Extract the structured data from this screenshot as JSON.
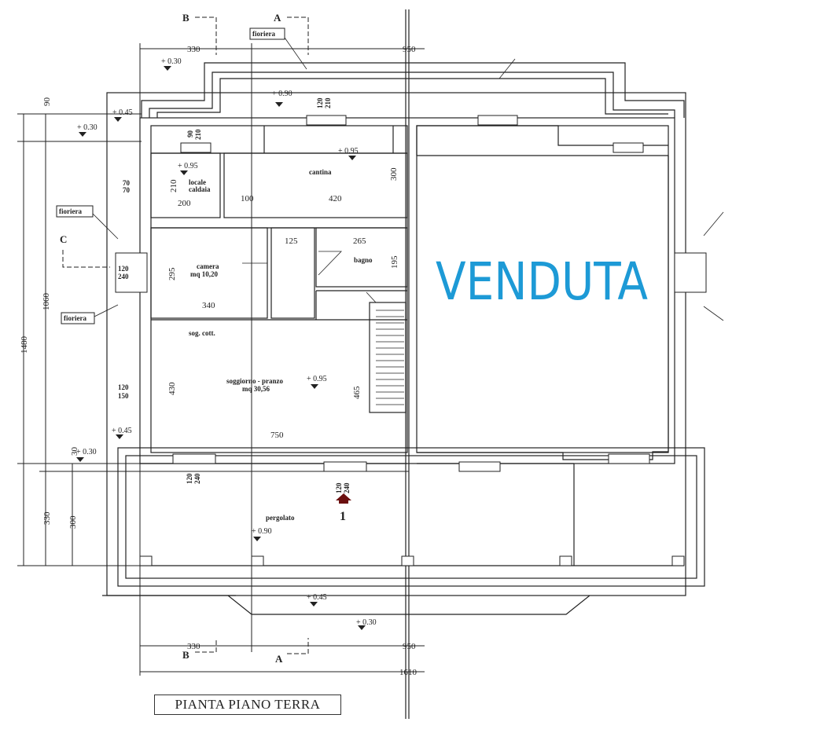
{
  "plan": {
    "title": "PIANTA PIANO TERRA",
    "status_stamp": "VENDUTA",
    "colors": {
      "stamp": "#1d9ad6",
      "lines": "#222222",
      "arrow": "#6b0f0f"
    },
    "section_marks": {
      "a": "A",
      "b": "B",
      "c": "C"
    },
    "labels": {
      "fioriera_top": "fioriera",
      "fioriera_left_1": "fioriera",
      "fioriera_left_2": "fioriera",
      "locale_caldaia_1": "locale",
      "locale_caldaia_2": "caldaia",
      "cantina": "cantina",
      "camera_1": "camera",
      "camera_2": "mq 10,20",
      "bagno": "bagno",
      "sogg_cott": "sog. cott.",
      "soggiorno_1": "soggiorno - pranzo",
      "soggiorno_2": "mq 30,56",
      "pergolato": "pergolato",
      "entrance_number": "1"
    },
    "levels": {
      "l1": "+ 0.30",
      "l2": "+ 0.90",
      "l3": "+ 0.45",
      "l4": "+ 0.30",
      "l5": "+ 0.95",
      "l6": "+ 0.95",
      "l7": "+ 0.95",
      "l8": "+ 0.45",
      "l9": "+ 0.30",
      "l10": "+ 0.90",
      "l11": "+ 0.45",
      "l12": "+ 0.30"
    },
    "dimensions": {
      "top_330": "330",
      "top_950": "950",
      "bot_330": "330",
      "bot_950": "950",
      "bot_1610": "1610",
      "left_90": "90",
      "left_1480": "1480",
      "left_1060": "1060",
      "left_330": "330",
      "left_300": "300",
      "left_30": "30",
      "d210": "210",
      "d200": "200",
      "d100": "100",
      "d420": "420",
      "d300": "300",
      "d125": "125",
      "d265": "265",
      "d195": "195",
      "d295": "295",
      "d340": "340",
      "d430": "430",
      "d465": "465",
      "d750": "750"
    },
    "openings": {
      "w_top_a": "120",
      "w_top_b": "210",
      "w_90": "90",
      "w_210": "210",
      "w_70a": "70",
      "w_70b": "70",
      "w_120a": "120",
      "w_240a": "240",
      "w_120b": "120",
      "w_150": "150",
      "w_120c": "120",
      "w_240b": "240",
      "w_120d": "120",
      "w_240c": "240"
    }
  }
}
